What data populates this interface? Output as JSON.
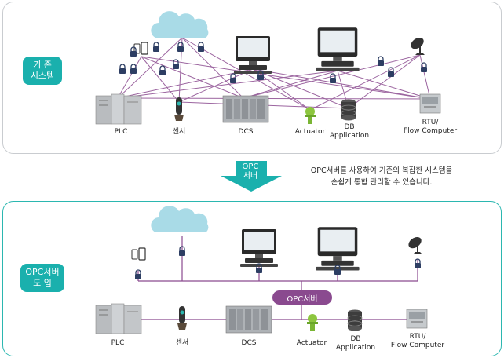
{
  "top": {
    "badge": [
      "기 존",
      "시스템"
    ],
    "labels": {
      "plc": "PLC",
      "sensor": "센서",
      "dcs": "DCS",
      "actuator": "Actuator",
      "db": [
        "DB",
        "Application"
      ],
      "rtu": [
        "RTU/",
        "Flow Computer"
      ]
    }
  },
  "arrow": [
    "OPC",
    "서버"
  ],
  "description": [
    "OPC서버를 사용하여 기존의 복잡한 시스템을",
    "손쉽게 통합 관리할 수 있습니다."
  ],
  "bottom": {
    "badge": [
      "OPC서버",
      "도 입"
    ],
    "opc_bar": "OPC서버",
    "labels": {
      "plc": "PLC",
      "sensor": "센서",
      "dcs": "DCS",
      "actuator": "Actuator",
      "db": [
        "DB",
        "Application"
      ],
      "rtu": [
        "RTU/",
        "Flow Computer"
      ]
    }
  },
  "colors": {
    "teal": "#1ab0ad",
    "purple": "#8a4a8f",
    "cloud": "#a9dbe7",
    "lock": "#2d3e63"
  }
}
